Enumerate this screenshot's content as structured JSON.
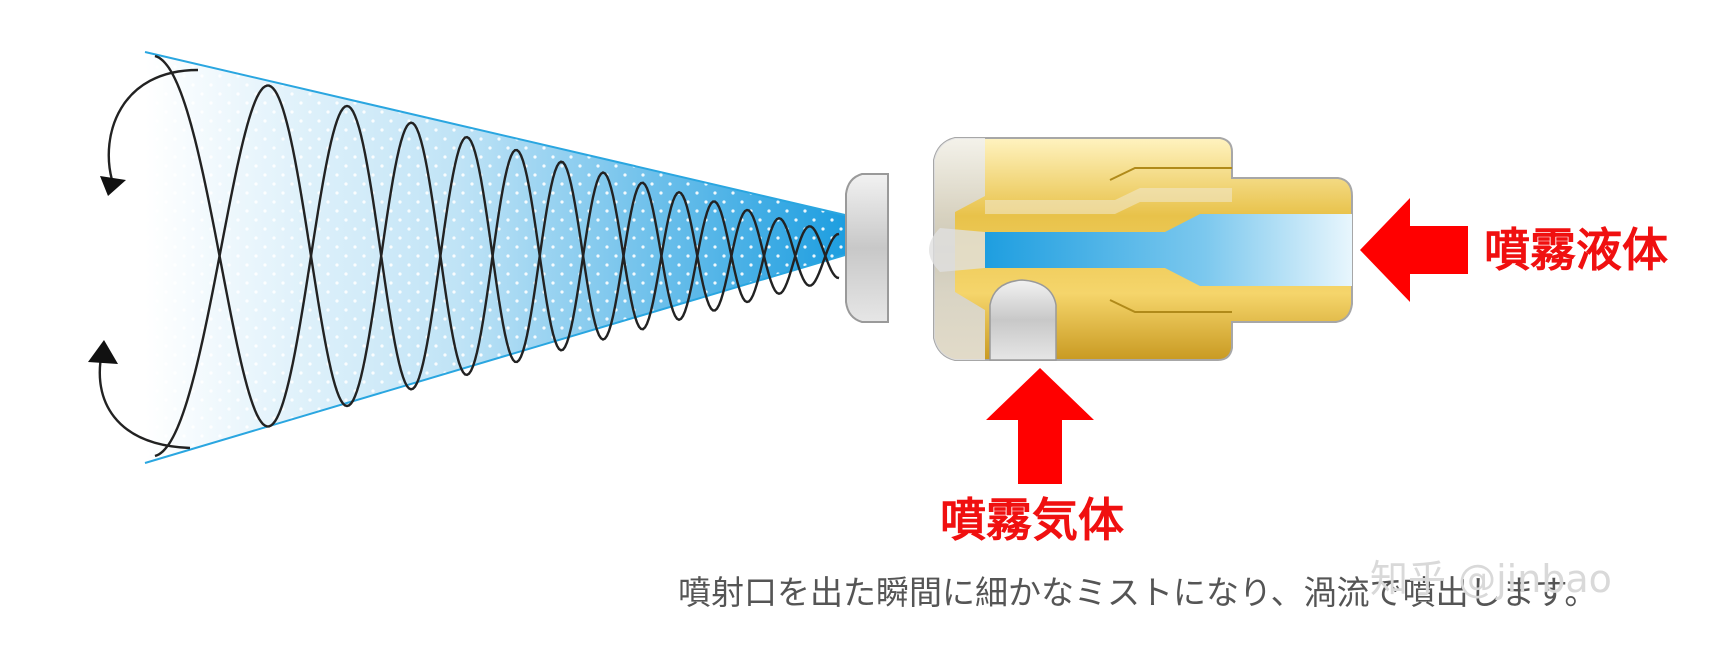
{
  "labels": {
    "liquid": "噴霧液体",
    "gas": "噴霧気体"
  },
  "caption": "噴射口を出た瞬間に細かなミストになり、渦流で噴出します。",
  "watermark": "知乎 @jinbao",
  "colors": {
    "arrow_red": "#ff0000",
    "spray_blue": "#1e9ee0",
    "nozzle_gold": "#e8c24a",
    "nozzle_silver": "#c8c8c8"
  },
  "icons": {
    "liquid_arrow": "arrow-left-icon",
    "gas_arrow": "arrow-up-icon",
    "swirl_arrows": "curved-arrow-icon"
  }
}
